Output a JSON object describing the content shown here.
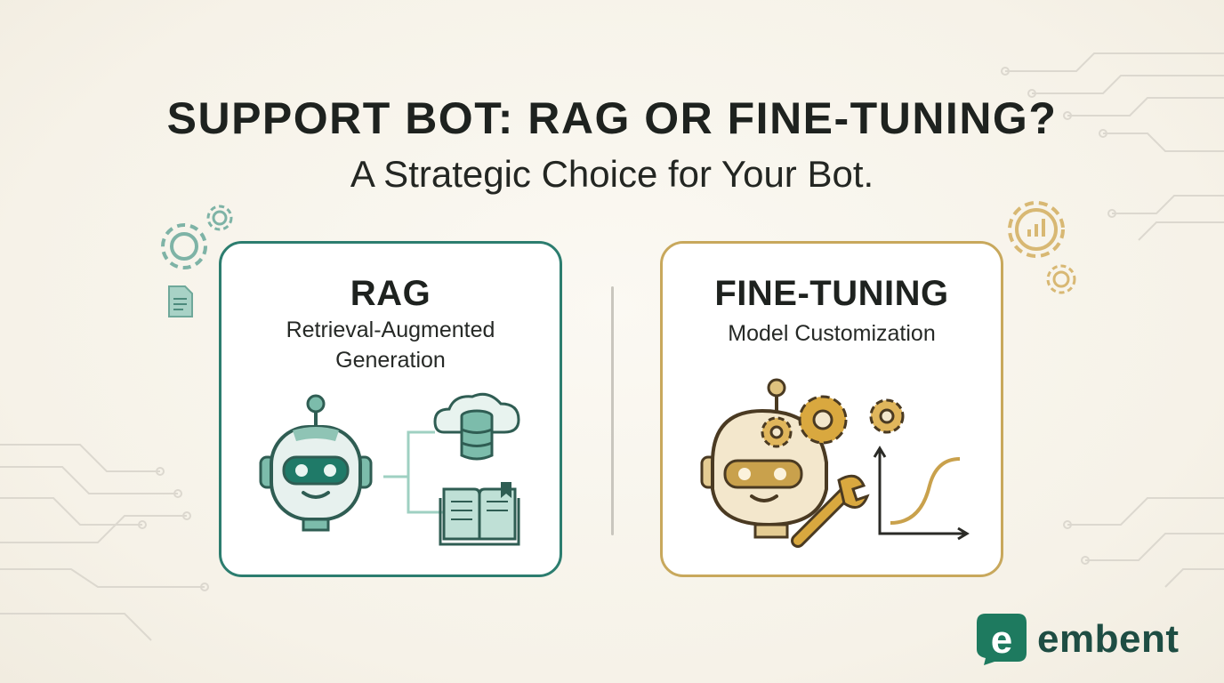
{
  "header": {
    "title": "SUPPORT BOT: RAG OR FINE-TUNING?",
    "subtitle": "A Strategic Choice for Your Bot."
  },
  "cards": {
    "rag": {
      "heading": "RAG",
      "subtitle_line1": "Retrieval-Augmented",
      "subtitle_line2": "Generation"
    },
    "fine_tuning": {
      "heading": "FINE-TUNING",
      "subtitle": "Model Customization"
    }
  },
  "brand": {
    "name": "embent",
    "logo_letter": "e"
  },
  "colors": {
    "teal": "#2c7d6f",
    "teal_light": "#8fc4b5",
    "gold": "#c8a85c",
    "gold_light": "#e6cf98",
    "text": "#1e221f"
  },
  "icons": {
    "rag_art": [
      "robot-icon",
      "database-cloud-icon",
      "book-icon"
    ],
    "fine_tuning_art": [
      "robot-icon",
      "gear-icon",
      "wrench-icon",
      "growth-chart-icon"
    ],
    "decorations": [
      "gear-icon",
      "document-icon",
      "chart-gear-icon",
      "circuit-lines"
    ]
  }
}
